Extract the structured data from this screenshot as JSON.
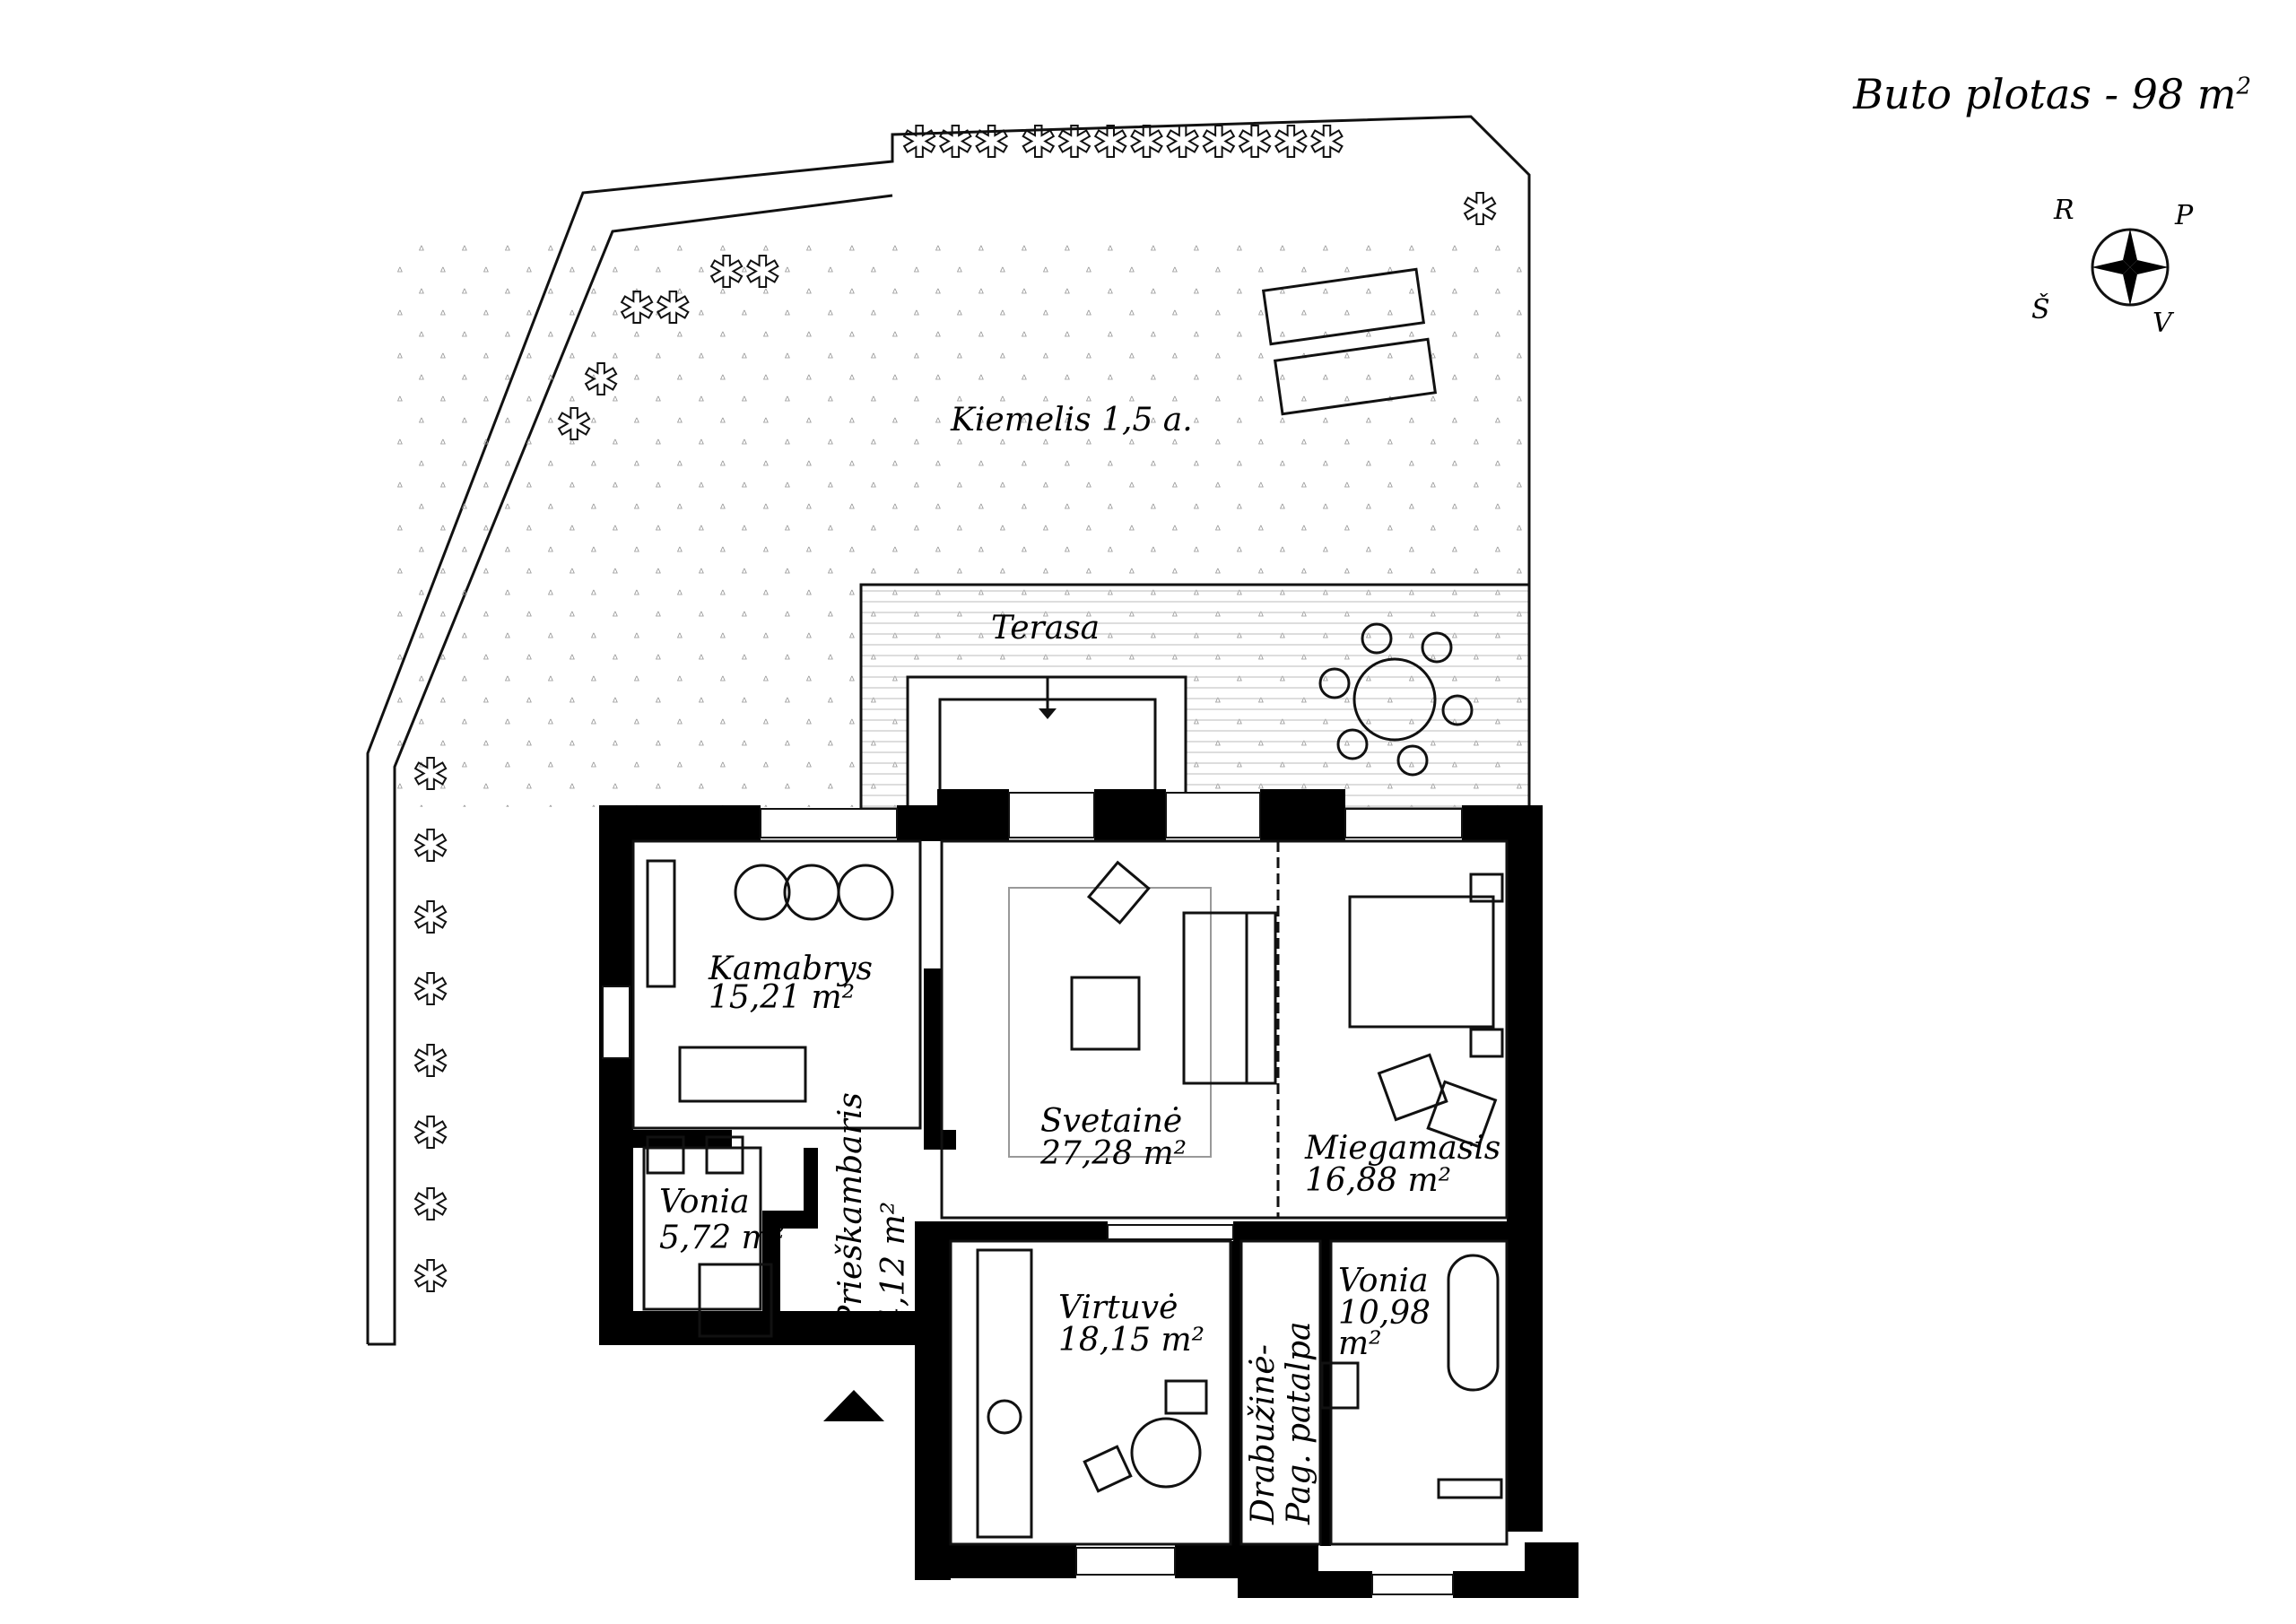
{
  "header": {
    "area_text": "Buto plotas - 98 m",
    "area_sup": "2"
  },
  "compass": {
    "n": "R",
    "e": "P",
    "s": "Š",
    "w": "V"
  },
  "labels": {
    "yard": "Kiemelis 1,5 a.",
    "terrace": "Terasa",
    "kamabrys_name": "Kamabrys",
    "kamabrys_area": "15,21 m²",
    "svetaine_name": "Svetainė",
    "svetaine_area": "27,28 m²",
    "miegamasis_name": "Miegamasis",
    "miegamasis_area": "16,88 m²",
    "vonia1_name": "Vonia",
    "vonia1_area": "5,72 m²",
    "prieskambaris_name": "Prieškambaris",
    "prieskambaris_area": "4,12 m²",
    "virtuve_name": "Virtuvė",
    "virtuve_area": "18,15 m²",
    "drabuzine_line1": "Drabužinė-",
    "drabuzine_line2": "Pag. patalpa",
    "vonia2_name": "Vonia",
    "vonia2_area": "10,98",
    "vonia2_unit": "m²"
  },
  "colors": {
    "wall": "#000000",
    "line": "#111111",
    "paper": "#ffffff",
    "hatch": "#bbbbbb"
  }
}
